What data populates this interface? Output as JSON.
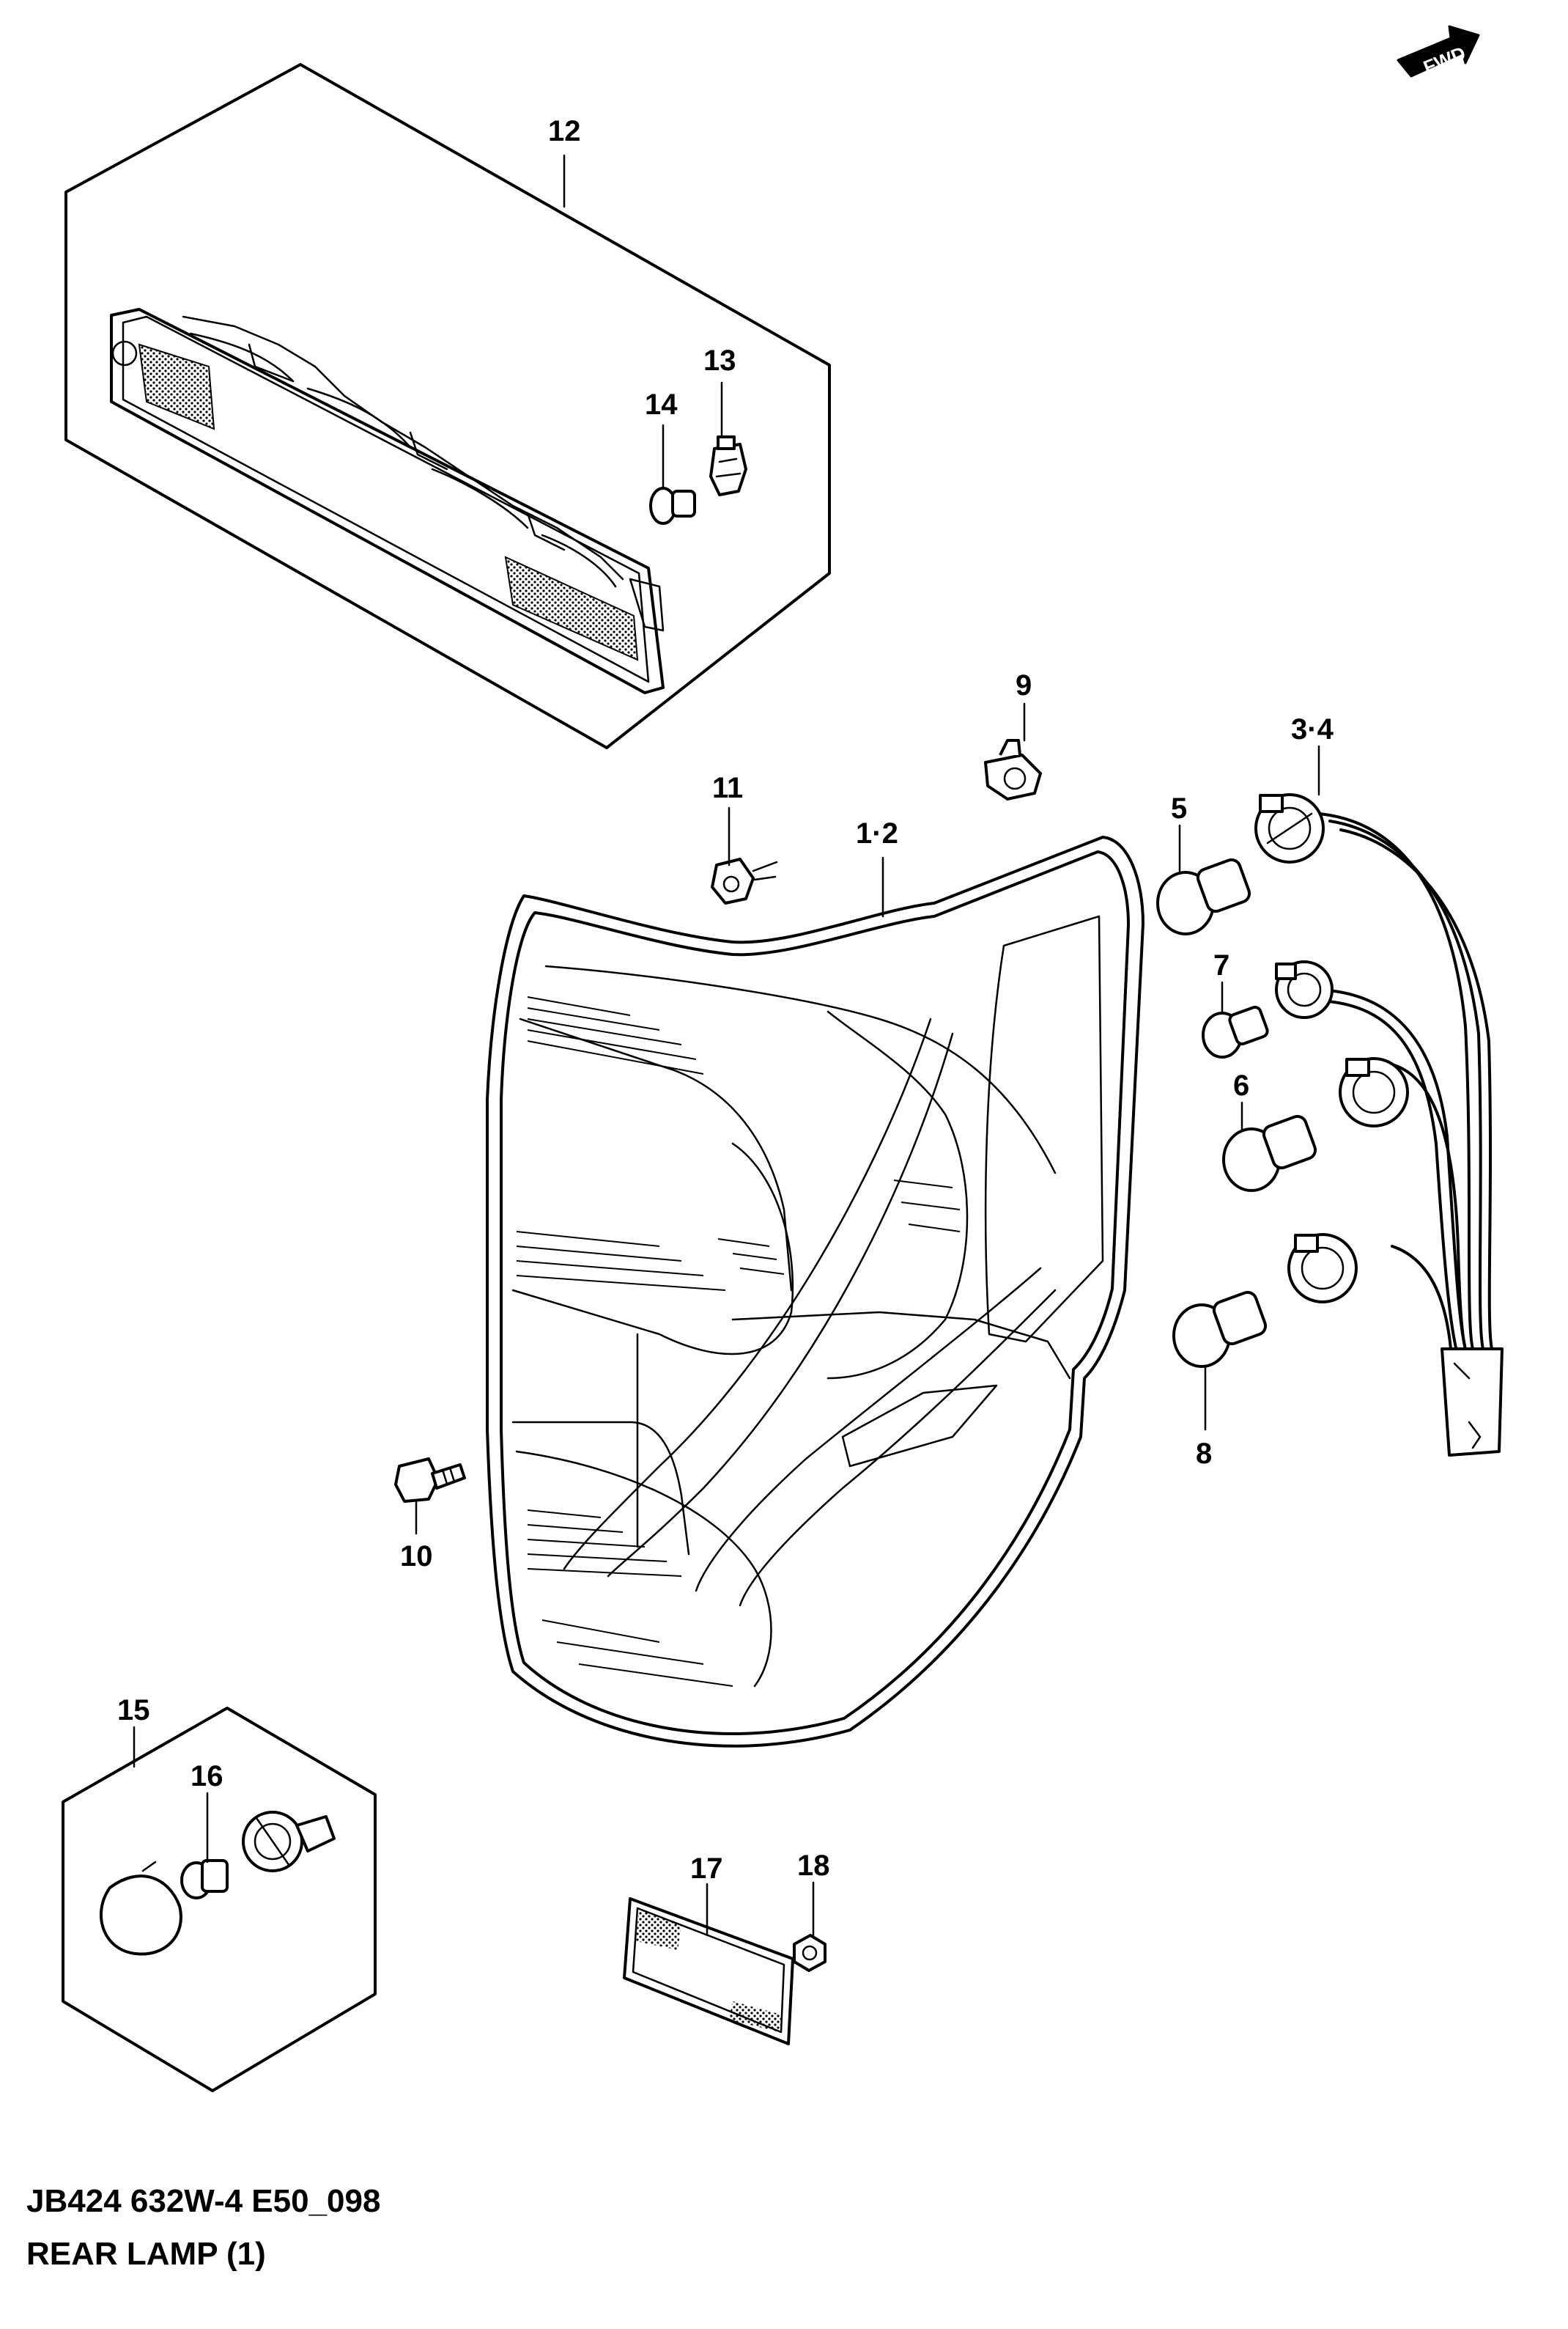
{
  "fwd_label": "FWD",
  "callouts": {
    "c12": "12",
    "c13": "13",
    "c14": "14",
    "c9": "9",
    "c34": "3·4",
    "c11": "11",
    "c12b": "1·2",
    "c5": "5",
    "c7": "7",
    "c6": "6",
    "c8": "8",
    "c10": "10",
    "c15": "15",
    "c16": "16",
    "c17": "17",
    "c18": "18"
  },
  "footer": {
    "code": "JB424 632W-4 E50_098",
    "title": "REAR LAMP (1)"
  }
}
